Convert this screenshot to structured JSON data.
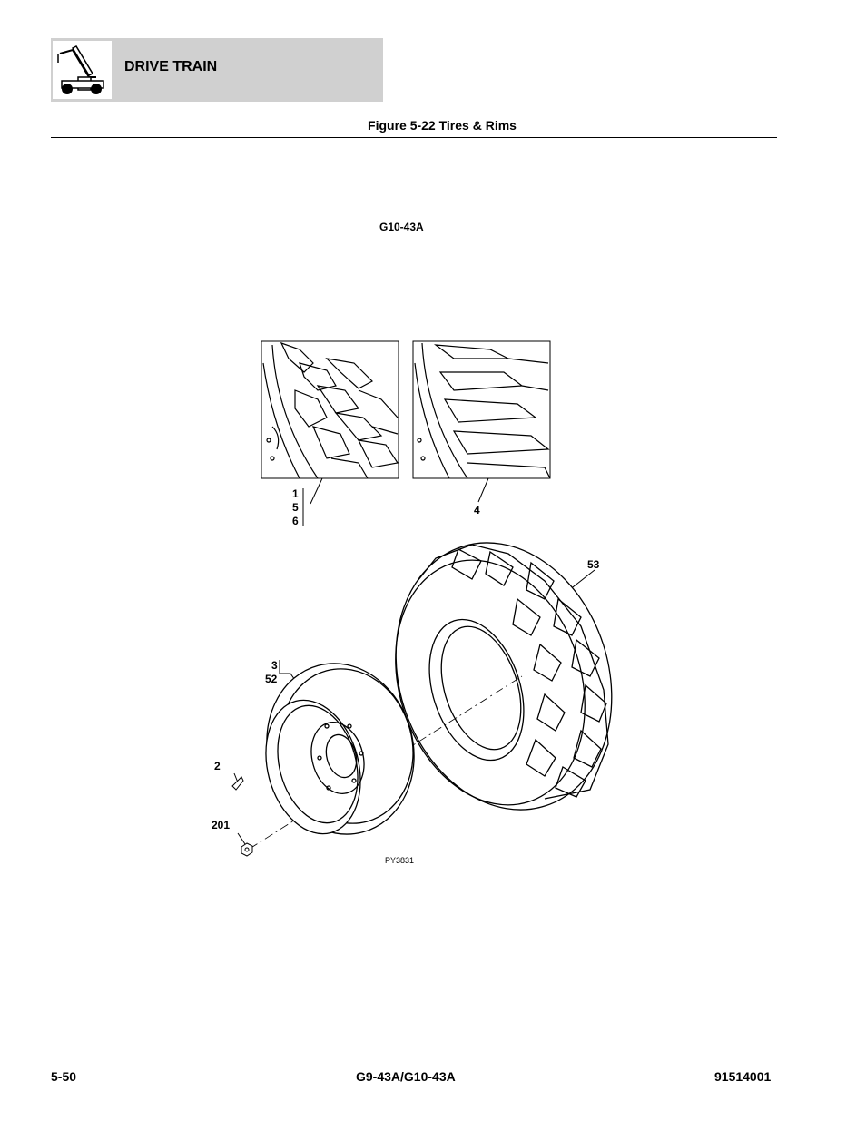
{
  "header": {
    "section": "DRIVE TRAIN",
    "icon": "telehandler-icon"
  },
  "figure": {
    "title": "Figure 5-22 Tires & Rims",
    "model": "G10-43A",
    "drawing_id": "PY3831"
  },
  "callouts": {
    "tire_a": [
      "1",
      "5",
      "6"
    ],
    "tire_b": "4",
    "tire": "53",
    "rim": [
      "3",
      "52"
    ],
    "stud": "2",
    "nut": "201"
  },
  "footer": {
    "page": "5-50",
    "model": "G9-43A/G10-43A",
    "doc_number": "91514001"
  }
}
